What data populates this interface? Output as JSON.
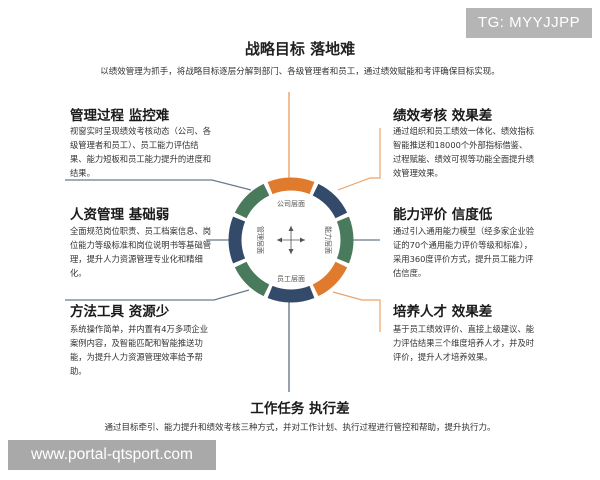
{
  "watermark_top": "TG: MYYJJPP",
  "watermark_bottom": "www.portal-qtsport.com",
  "top": {
    "title": "战略目标 落地难",
    "subtitle": "以绩效管理为抓手，将战略目标逐层分解到部门、各级管理者和员工，通过绩效赋能和考评确保目标实现。"
  },
  "left": [
    {
      "title": "管理过程 监控难",
      "text": "视窗实时呈现绩效考核动态（公司、各级管理者和员工）、员工能力评估结果、能力短板和员工能力提升的进度和结果。"
    },
    {
      "title": "人资管理 基础弱",
      "text": "全面规范岗位职责、员工档案信息、岗位能力等级标准和岗位说明书等基础管理，提升人力资源管理专业化和精细化。"
    },
    {
      "title": "方法工具 资源少",
      "text": "系统操作简单，并内置有4万多项企业案例内容，及智能匹配和智能推送功能，为提升人力资源管理效率给予帮助。"
    }
  ],
  "right": [
    {
      "title": "绩效考核 效果差",
      "text": "通过组织和员工绩效一体化、绩效指标智能推送和18000个外部指标借鉴、过程赋能、绩效可视等功能全面提升绩效管理效果。"
    },
    {
      "title": "能力评价 信度低",
      "text": "通过引入通用能力模型（经多家企业验证的70个通用能力评价等级和标准），采用360度评价方式，提升员工能力评估信度。"
    },
    {
      "title": "培养人才 效果差",
      "text": "基于员工绩效评价、直接上级建议、能力评估结果三个维度培养人才，并及时评价，提升人才培养效果。"
    }
  ],
  "bottom": {
    "title": "工作任务 执行差",
    "subtitle": "通过目标牵引、能力提升和绩效考核三种方式，并对工作计划、执行过程进行管控和帮助，提升执行力。"
  },
  "ring": {
    "top": "公司层面",
    "right": "能力层面",
    "bottom": "员工层面",
    "left": "管理层面"
  },
  "colors": {
    "orange": "#e07b2e",
    "green": "#4a7a5c",
    "navy": "#344a6a",
    "line_orange": "#e9a36b"
  }
}
